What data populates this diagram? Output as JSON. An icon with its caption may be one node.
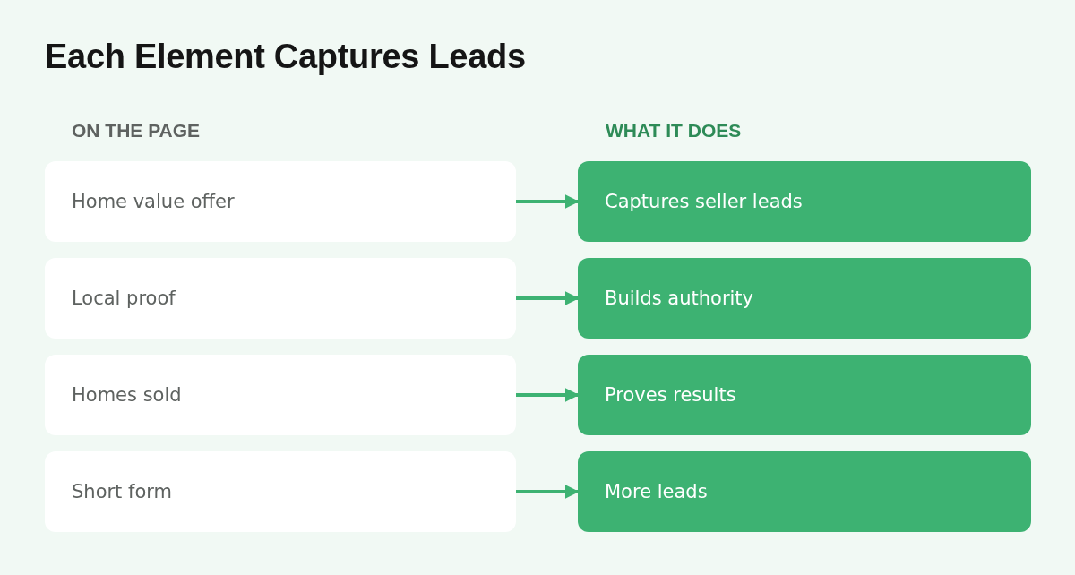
{
  "diagram": {
    "title": "Each Element Captures Leads",
    "labels": [
      "ON THE PAGE",
      "WHAT IT DOES"
    ],
    "nodes": [
      {
        "text": [
          "Home value offer"
        ]
      },
      {
        "text": [
          "Captures seller leads"
        ]
      },
      {
        "text": [
          "Local proof"
        ]
      },
      {
        "text": [
          "Builds authority"
        ]
      },
      {
        "text": [
          "Homes sold"
        ]
      },
      {
        "text": [
          "Proves results"
        ]
      },
      {
        "text": [
          "Short form"
        ]
      },
      {
        "text": [
          "More leads"
        ]
      }
    ],
    "edges": [
      {
        "from": 0,
        "to": 1,
        "arrow": "to"
      },
      {
        "from": 2,
        "to": 3,
        "arrow": "to"
      },
      {
        "from": 4,
        "to": 5,
        "arrow": "to"
      },
      {
        "from": 6,
        "to": 7,
        "arrow": "to"
      }
    ]
  }
}
